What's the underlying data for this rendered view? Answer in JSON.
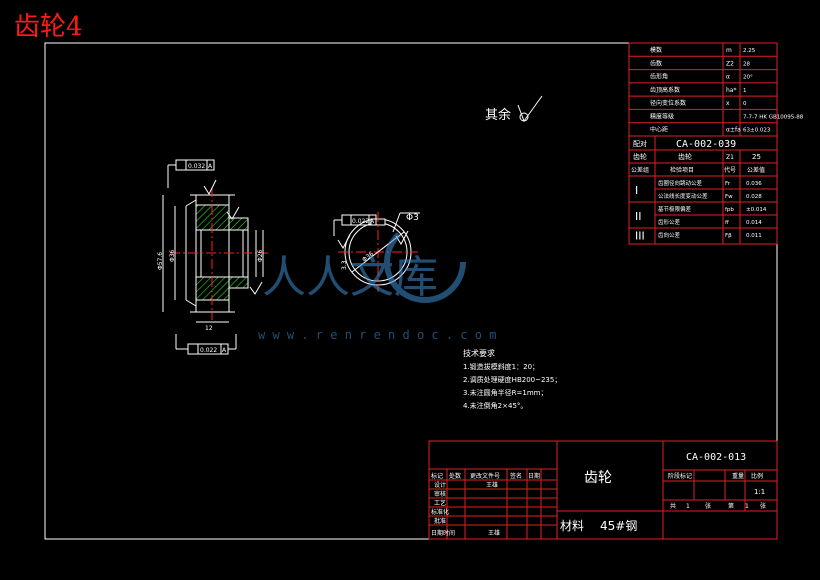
{
  "page_title": "齿轮4",
  "roughness_note": "其余",
  "watermark": {
    "brand": "人人文库",
    "url": "w w w . r e n r e n d o c . c o m"
  },
  "params_table": {
    "rows": [
      {
        "name": "模数",
        "sym": "m",
        "val": "2.25"
      },
      {
        "name": "齿数",
        "sym": "Z2",
        "val": "28"
      },
      {
        "name": "齿形角",
        "sym": "α",
        "val": "20°"
      },
      {
        "name": "齿顶高系数",
        "sym": "ha*",
        "val": "1"
      },
      {
        "name": "径向变位系数",
        "sym": "x",
        "val": "0"
      },
      {
        "name": "精度等级",
        "sym": "",
        "val": "7-7-7 HK GB10095-88"
      },
      {
        "name": "中心距",
        "sym": "α±fa",
        "val": "63±0.023"
      }
    ],
    "pair_label": "配对",
    "pair_code": "CA-002-039",
    "gear_label": "齿轮",
    "gear_sym": "Z1",
    "gear_teeth": "25",
    "header_cols": [
      "公差组",
      "检验项目",
      "代号",
      "公差值"
    ],
    "groups": [
      {
        "roman": "I",
        "items": [
          {
            "name": "齿圈径向跳动公差",
            "sym": "Fr",
            "val": "0.036"
          },
          {
            "name": "公法线长度变动公差",
            "sym": "Fw",
            "val": "0.028"
          }
        ]
      },
      {
        "roman": "II",
        "items": [
          {
            "name": "基节极限偏差",
            "sym": "fpb",
            "val": "±0.014"
          },
          {
            "name": "齿形公差",
            "sym": "ff",
            "val": "0.014"
          }
        ]
      },
      {
        "roman": "III",
        "items": [
          {
            "name": "齿向公差",
            "sym": "Fβ",
            "val": "0.011"
          }
        ]
      }
    ]
  },
  "drawing_labels": {
    "tol_top": "0.032",
    "tol_top_ref": "A",
    "tol_bottom": "0.022",
    "tol_bottom_ref": "A",
    "tol_right": "0.022",
    "tol_right_ref": "A",
    "right_dim": "3.3",
    "right_dim2": "Ra",
    "side_dia": "Φ57.6",
    "side_dia2": "Φ36",
    "bore_dia": "Φ26",
    "width": "12",
    "datum": "A",
    "keyway_label": "Φ3",
    "hole_note": "3.3"
  },
  "tech_notes": {
    "title": "技术要求",
    "items": [
      "1.锻造拔模斜度1：20；",
      "2.调质处理硬度HB200~235；",
      "3.未注圆角半径R=1mm；",
      "4.未注倒角2×45°。"
    ]
  },
  "title_block": {
    "part_name": "齿轮",
    "drawing_no": "CA-002-013",
    "material_label": "材料",
    "material": "45#钢",
    "scale": "1:1",
    "stage_labels": [
      "阶段标记",
      "重量",
      "比例"
    ],
    "sheet_labels": [
      "共",
      "1",
      "张",
      "第",
      "1",
      "张"
    ],
    "rev_headers": [
      "标记",
      "处数",
      "更改文件号",
      "签名",
      "日期"
    ],
    "roles": [
      "设计",
      "审核",
      "工艺",
      "标准化",
      "批准",
      "日期时间"
    ],
    "names": [
      "王雄",
      "",
      "",
      "",
      "",
      "王雄"
    ]
  }
}
